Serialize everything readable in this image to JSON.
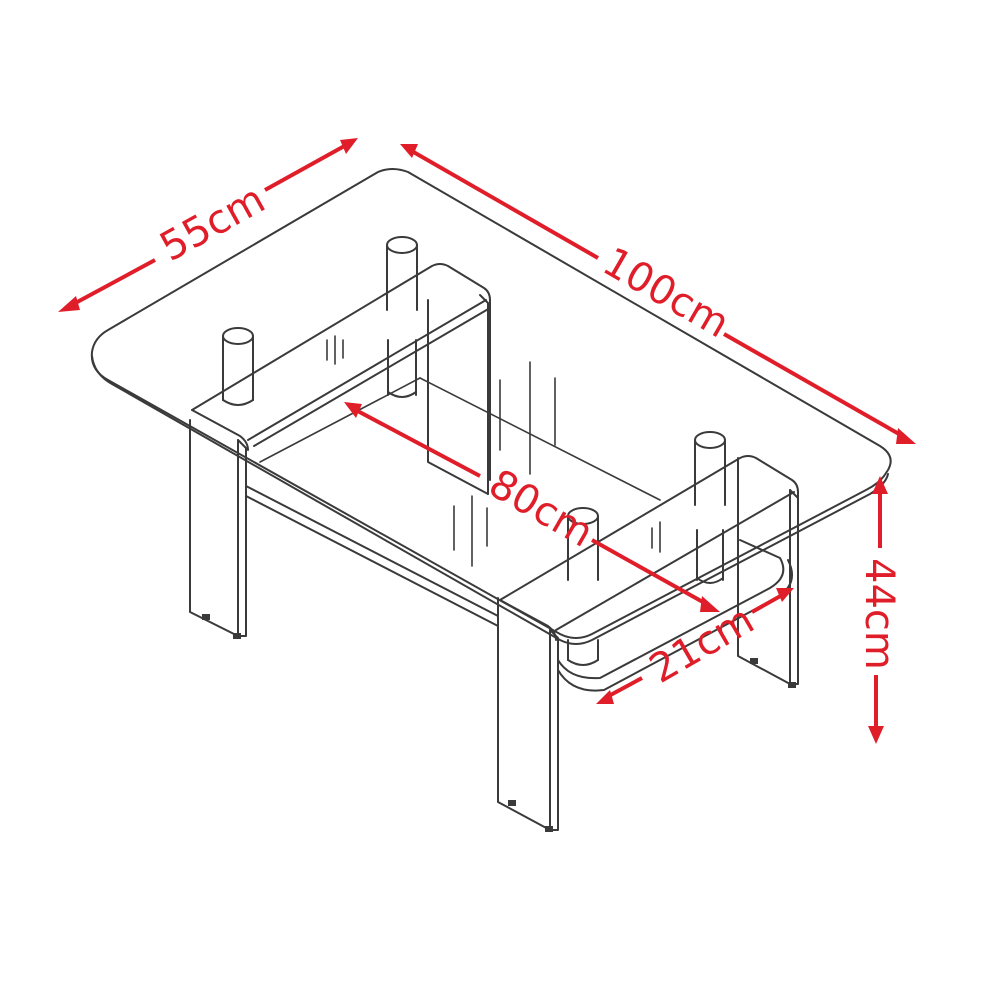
{
  "diagram": {
    "subject": "Rectangular glass coffee table with lower shelf",
    "line_color": "#3a3a3a",
    "dimension_color": "#e01e2a",
    "background": "#ffffff"
  },
  "dimensions": {
    "depth": {
      "label": "55cm",
      "value": 55,
      "unit": "cm"
    },
    "length": {
      "label": "100cm",
      "value": 100,
      "unit": "cm"
    },
    "shelf_length": {
      "label": "80cm",
      "value": 80,
      "unit": "cm"
    },
    "height": {
      "label": "44cm",
      "value": 44,
      "unit": "cm"
    },
    "shelf_gap": {
      "label": "21cm",
      "value": 21,
      "unit": "cm"
    }
  }
}
